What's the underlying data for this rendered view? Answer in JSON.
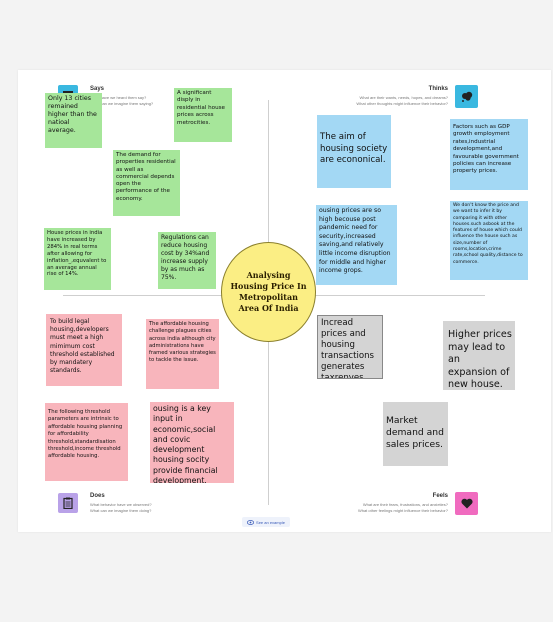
{
  "quadrants": {
    "says": {
      "title": "Says",
      "sub1": "What have we heard them say?",
      "sub2": "What can we imagine them saying?",
      "icon": "speech-bubble-icon",
      "color": "#3ab8e0"
    },
    "thinks": {
      "title": "Thinks",
      "sub1": "What are their wants, needs, hopes, and dreams?",
      "sub2": "What other thoughts might influence their behavior?",
      "icon": "thought-cloud-icon",
      "color": "#3ab8e0"
    },
    "does": {
      "title": "Does",
      "sub1": "What behavior have we observed?",
      "sub2": "What can we imagine them doing?",
      "icon": "clipboard-icon",
      "color": "#b9a2e8"
    },
    "feels": {
      "title": "Feels",
      "sub1": "What are their fears, frustrations, and anxieties?",
      "sub2": "What other feelings might influence their behavior?",
      "icon": "heart-icon",
      "color": "#f06bbf"
    }
  },
  "center": {
    "text": "Analysing Housing Price In Metropolitan Area Of India"
  },
  "example_button": {
    "label": "See an example",
    "icon": "eye-icon"
  },
  "notes": {
    "says": [
      "Only 13 cities remained  higher than the natioal average.",
      "A  significant disply in residential house prices across metrocities.",
      "The demand for properties residential as well as commercial depends open the performance of the economy.",
      "House prices in india have increased by 284% in real terms after allowing for inflation_,equvalent to an average annual rise of 14%.",
      "Regulations can reduce housing cost by 34%and increase supply by as much as 75%."
    ],
    "thinks": [
      "The aim of housing society are econonical.",
      "Factors such as GDP growth employment rates,industrial development,and favourable government policies can increase property prices.",
      "ousing prices are so high becouse post pandemic need for security,increased saving,and relatively little income disruption for middle and higher income grops.",
      "We don't know the price and we want to infer it by comparing it with other houses.such asbook at the features of house which could influence the house such as size,number of rooms,location,crime rate,school quality,distance to commerce."
    ],
    "does": [
      "To build legal housing,developers must meet a high mimimum cost threshold established by mandatery standards.",
      "The affordable housing challenge plagues cities across india although city administrations have framed various strategies to tackle the issue.",
      "The following threshold parameters are intrinsic to affordable housing planning for affordability threshold,standardisation threshold,income threshold affordable housing.",
      "ousing is a key input in economic,social and covic development housing socity provide financial development."
    ],
    "feels": [
      "Incread prices and housing transactions generates taxrenves.",
      "Higher prices may lead to an expansion of new house.",
      "Market demand and sales prices."
    ]
  }
}
